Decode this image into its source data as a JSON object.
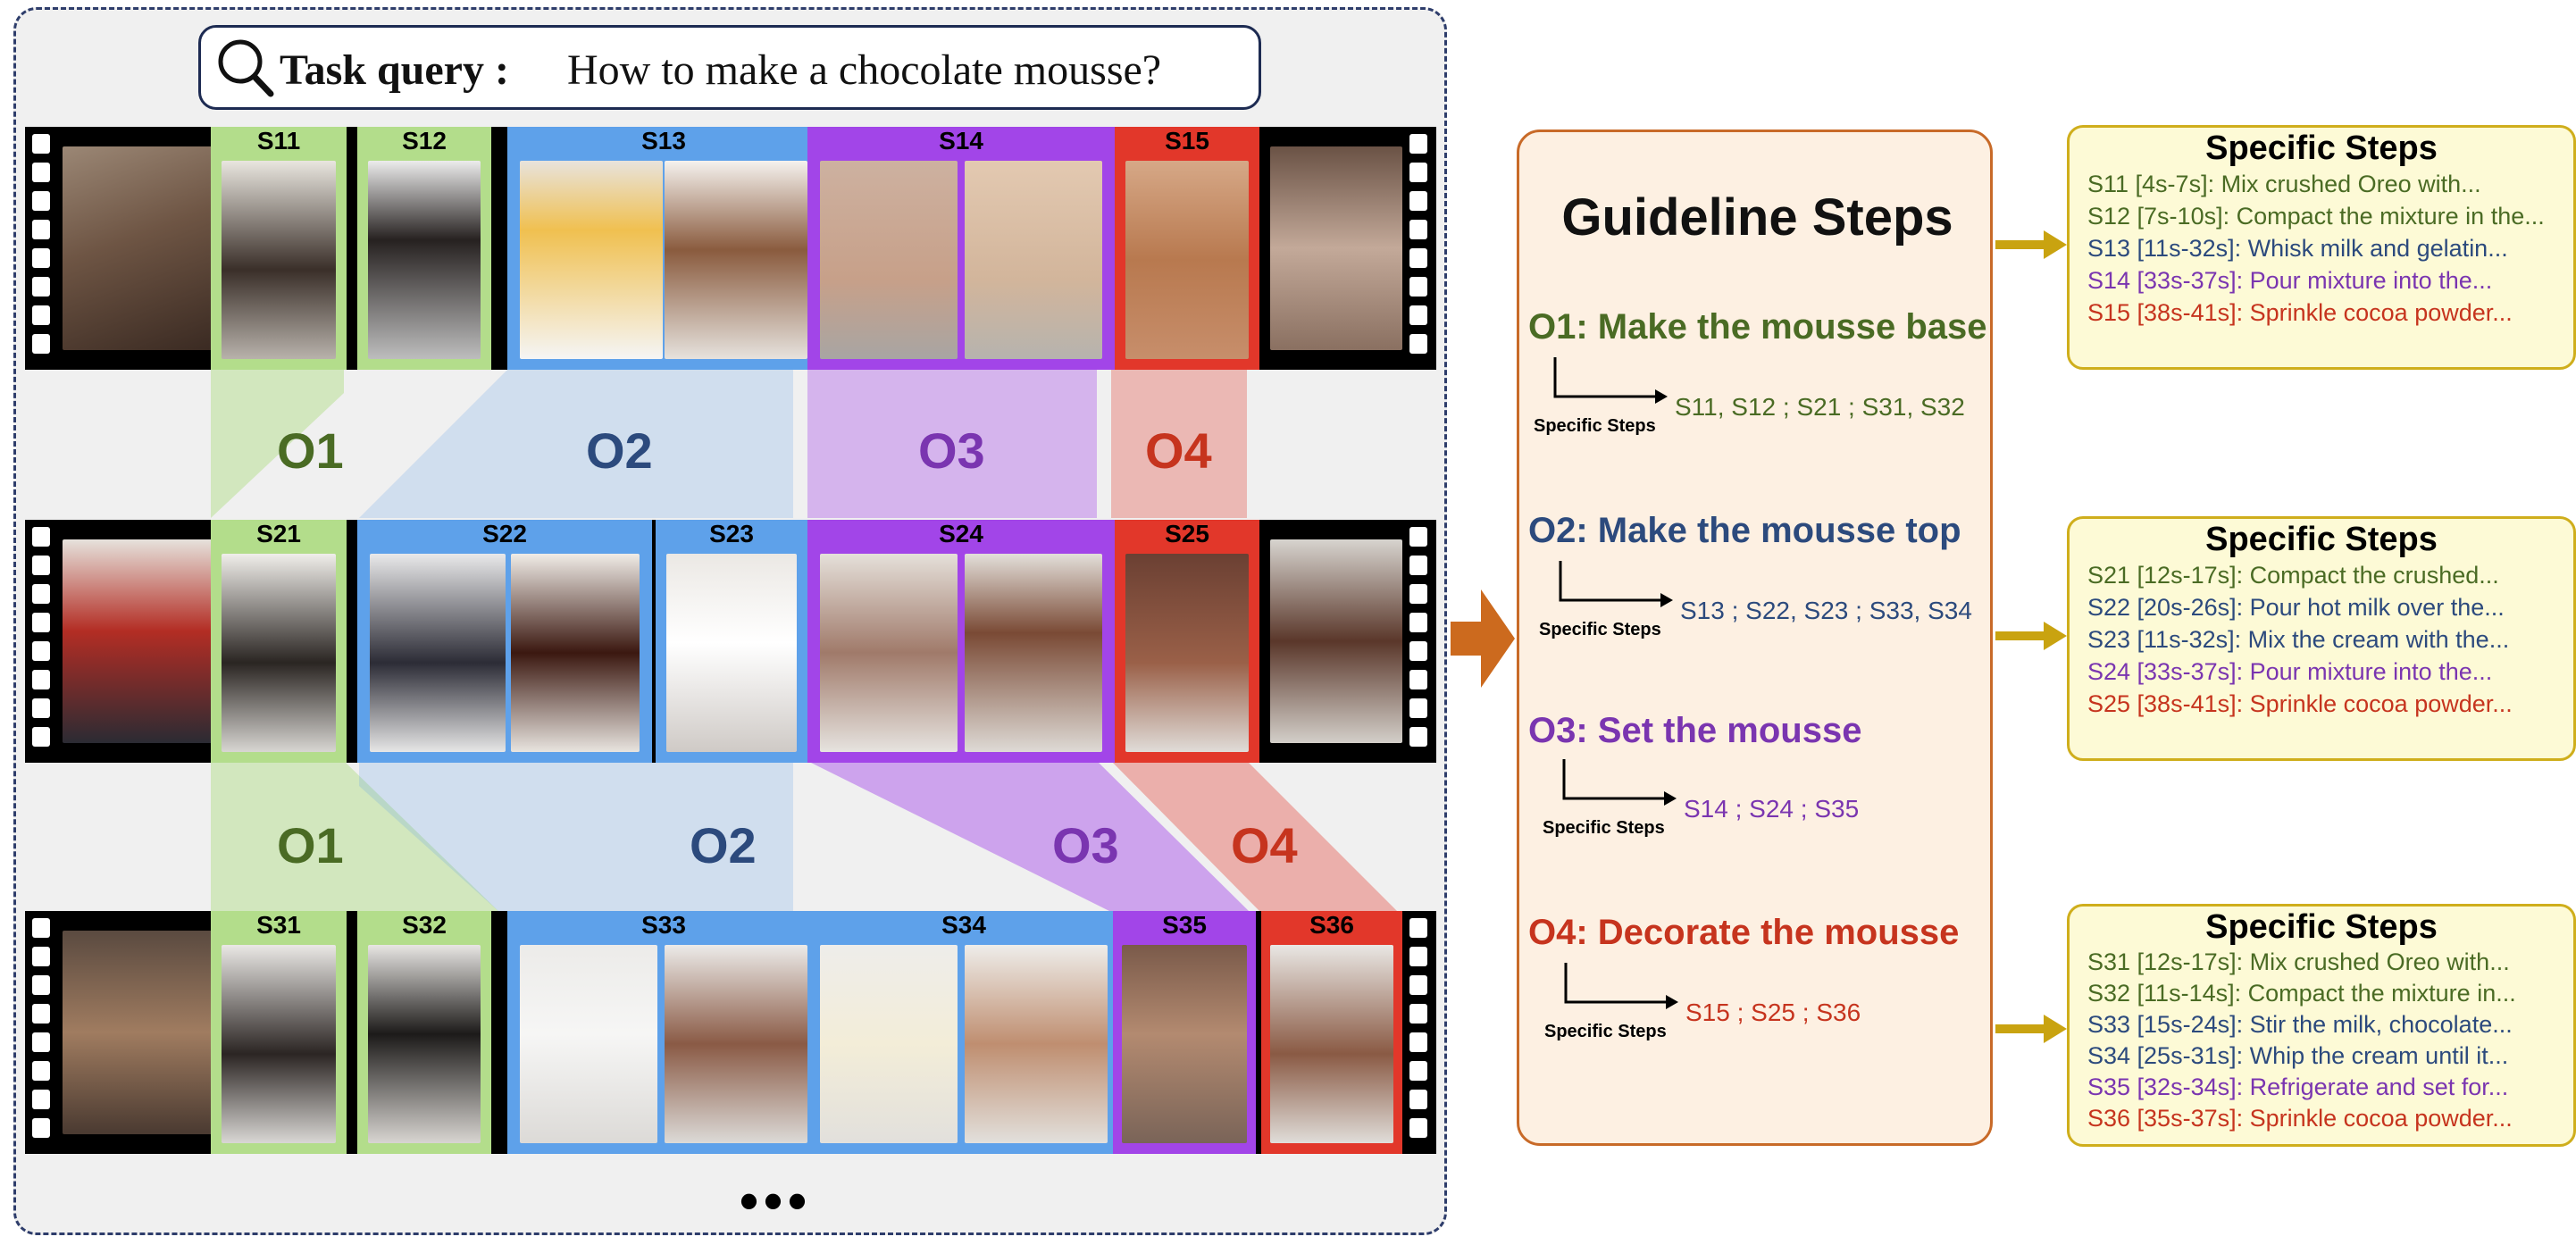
{
  "query": {
    "label": "Task query :",
    "text": "How to make a chocolate mousse?"
  },
  "strips": [
    {
      "segments": [
        "S11",
        "S12",
        "S13",
        "S14",
        "S15"
      ]
    },
    {
      "segments": [
        "S21",
        "S22",
        "S23",
        "S24",
        "S25"
      ]
    },
    {
      "segments": [
        "S31",
        "S32",
        "S33",
        "S34",
        "S35",
        "S36"
      ]
    }
  ],
  "band_labels_top": [
    "O1",
    "O2",
    "O3",
    "O4"
  ],
  "band_labels_bottom": [
    "O1",
    "O2",
    "O3",
    "O4"
  ],
  "ellipsis": "•••",
  "guideline": {
    "title": "Guideline Steps",
    "specific_steps_label": "Specific Steps",
    "items": [
      {
        "heading": "O1: Make the mousse base",
        "steps": "S11, S12 ; S21 ; S31, S32"
      },
      {
        "heading": "O2: Make the mousse top",
        "steps": "S13 ; S22, S23 ; S33, S34"
      },
      {
        "heading": "O3: Set the mousse",
        "steps": "S14 ; S24 ; S35"
      },
      {
        "heading": "O4: Decorate the mousse",
        "steps": "S15 ; S25 ; S36"
      }
    ]
  },
  "specific_boxes": [
    {
      "title": "Specific Steps",
      "lines": [
        "S11 [4s-7s]: Mix crushed Oreo with...",
        "S12 [7s-10s]: Compact the mixture in the...",
        "S13 [11s-32s]: Whisk milk and gelatin...",
        "S14 [33s-37s]: Pour mixture into the...",
        "S15 [38s-41s]:  Sprinkle cocoa powder..."
      ]
    },
    {
      "title": "Specific Steps",
      "lines": [
        "S21 [12s-17s]: Compact the crushed...",
        "S22 [20s-26s]: Pour hot milk over the...",
        "S23 [11s-32s]:  Mix the cream with the...",
        "S24 [33s-37s]: Pour mixture into the...",
        "S25 [38s-41s]:  Sprinkle cocoa powder..."
      ]
    },
    {
      "title": "Specific Steps",
      "lines": [
        "S31 [12s-17s]: Mix crushed Oreo with...",
        "S32 [11s-14s]: Compact the mixture in...",
        "S33 [15s-24s]: Stir the milk, chocolate...",
        "S34 [25s-31s]: Whip the cream until it...",
        "S35 [32s-34s]: Refrigerate and set for...",
        "S36 [35s-37s]: Sprinkle cocoa powder..."
      ]
    }
  ],
  "colors": {
    "green": "#b3dd8b",
    "blue": "#5ea1ea",
    "purple": "#a245e8",
    "red": "#e2372a",
    "text_green": "#4a6b24",
    "text_blue": "#2c4a7d",
    "text_purple": "#7a35b0",
    "text_red": "#c6341e",
    "arrow_orange": "#cc6a1e",
    "arrow_gold": "#c9a310"
  },
  "icons": [
    "search-icon",
    "film-strip",
    "arrow-right"
  ]
}
